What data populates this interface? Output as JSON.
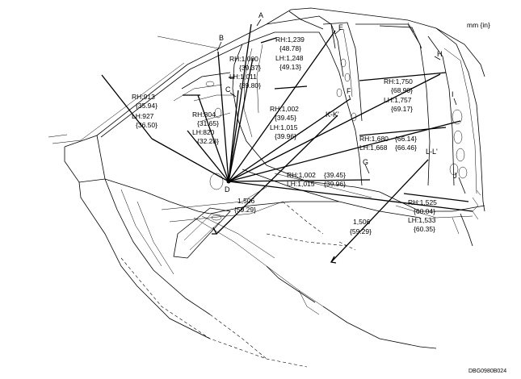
{
  "units": "mm {in}",
  "diagram_code": "DBG0980B024",
  "points": {
    "A": "A",
    "B": "B",
    "C": "C",
    "D": "D",
    "E": "E",
    "F": "F",
    "G": "G",
    "H": "H",
    "I": "I",
    "J": "J"
  },
  "sections": {
    "kk": "K-K'",
    "ll": "L-L'"
  },
  "dimensions": {
    "dA": {
      "l1": "RH:1,239",
      "l2": "{48.78}",
      "l3": "LH:1,248",
      "l4": "{49.13}"
    },
    "dB": {
      "l1": "RH:1,000",
      "l2": "{39.37}",
      "l3": "LH:1,011",
      "l4": "{39.80}"
    },
    "dSide": {
      "l1": "RH:913",
      "l2": "{35.94}",
      "l3": "LH:927",
      "l4": "{36.50}"
    },
    "dC": {
      "l1": "RH:804",
      "l2": "{31.65}",
      "l3": "LH:820",
      "l4": "{32.28}"
    },
    "dF": {
      "l1": "RH:1,002",
      "l2": "{39.45}",
      "l3": "LH:1,015",
      "l4": "{39.96}"
    },
    "dH": {
      "l1": "RH:1,750",
      "l2": "{68.90}",
      "l3": "LH:1,757",
      "l4": "{69.17}"
    },
    "dI": {
      "l1": "RH:1,680",
      "l2": "{66.14}",
      "l3": "LH:1,668",
      "l4": "{66.46}"
    },
    "dG": {
      "l1": "RH:1,002",
      "l2": "{39.45}",
      "l3": "LH:1,015",
      "l4": "{39.96}"
    },
    "dJ": {
      "l1": "RH:1,525",
      "l2": "{60.04}",
      "l3": "LH:1,533",
      "l4": "{60.35}"
    },
    "dK": {
      "l1": "1,506",
      "l2": "{59.29}"
    },
    "dL": {
      "l1": "1,506",
      "l2": "{59.29}"
    }
  }
}
